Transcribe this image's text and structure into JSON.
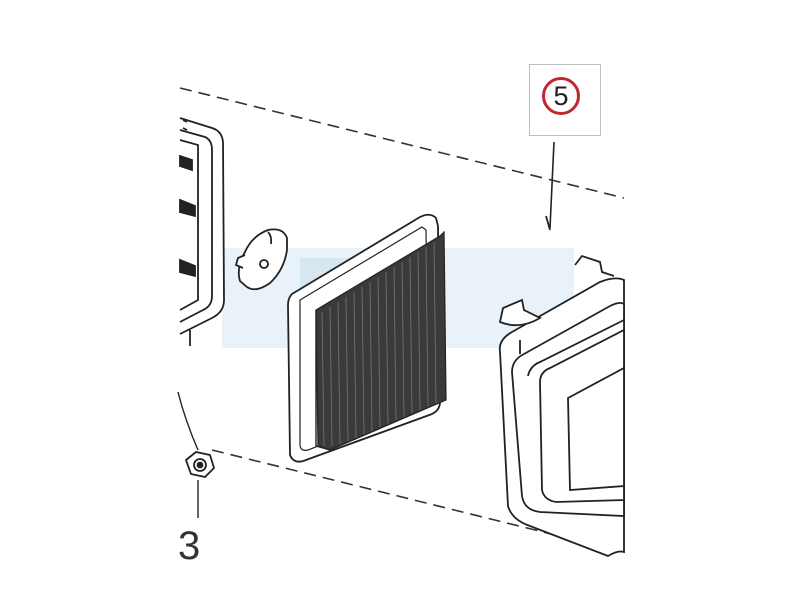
{
  "diagram": {
    "callouts": [
      {
        "label": "5",
        "style": "circled",
        "ring_color": "#c0282d"
      },
      {
        "label": "3",
        "style": "plain"
      }
    ],
    "parts": [
      "filter-housing",
      "retainer-clip",
      "pleated-air-filter",
      "air-filter-cover",
      "hex-nut"
    ],
    "colors": {
      "line": "#222222",
      "dash": "#333333",
      "watermark": "#cfe3ef",
      "media": "#333333"
    }
  }
}
